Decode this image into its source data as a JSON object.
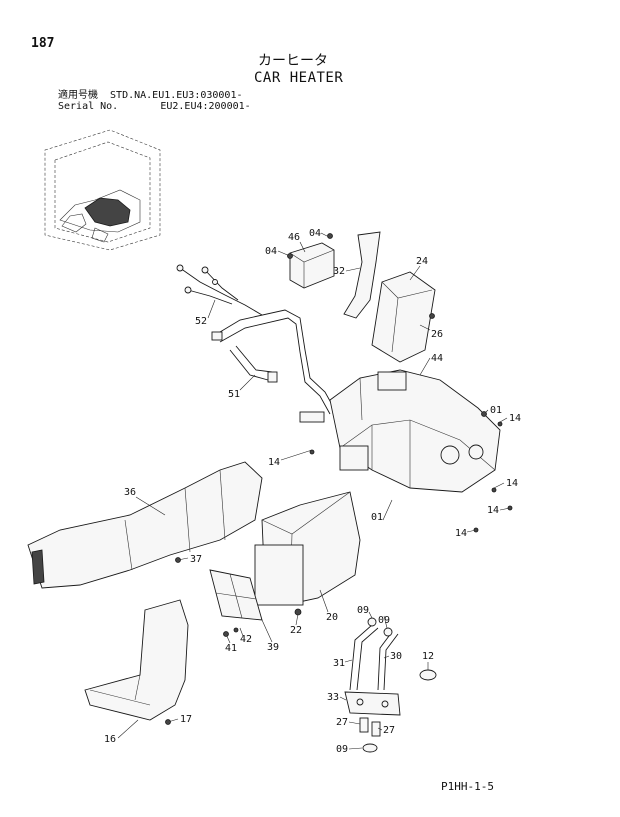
{
  "header": {
    "page_number": "187",
    "title_ja": "カーヒータ",
    "title_en": "CAR HEATER",
    "serial_line1": "適用号機  STD.NA.EU1.EU3:030001-",
    "serial_line2": "Serial No.       EU2.EU4:200001-"
  },
  "footer": {
    "doc_code": "P1HH-1-5"
  },
  "callouts": [
    "46",
    "04",
    "04",
    "32",
    "24",
    "52",
    "26",
    "44",
    "51",
    "01",
    "14",
    "14",
    "36",
    "14",
    "14",
    "01",
    "14",
    "37",
    "20",
    "42",
    "39",
    "22",
    "09",
    "09",
    "41",
    "31",
    "30",
    "12",
    "33",
    "17",
    "16",
    "27",
    "27",
    "09"
  ]
}
